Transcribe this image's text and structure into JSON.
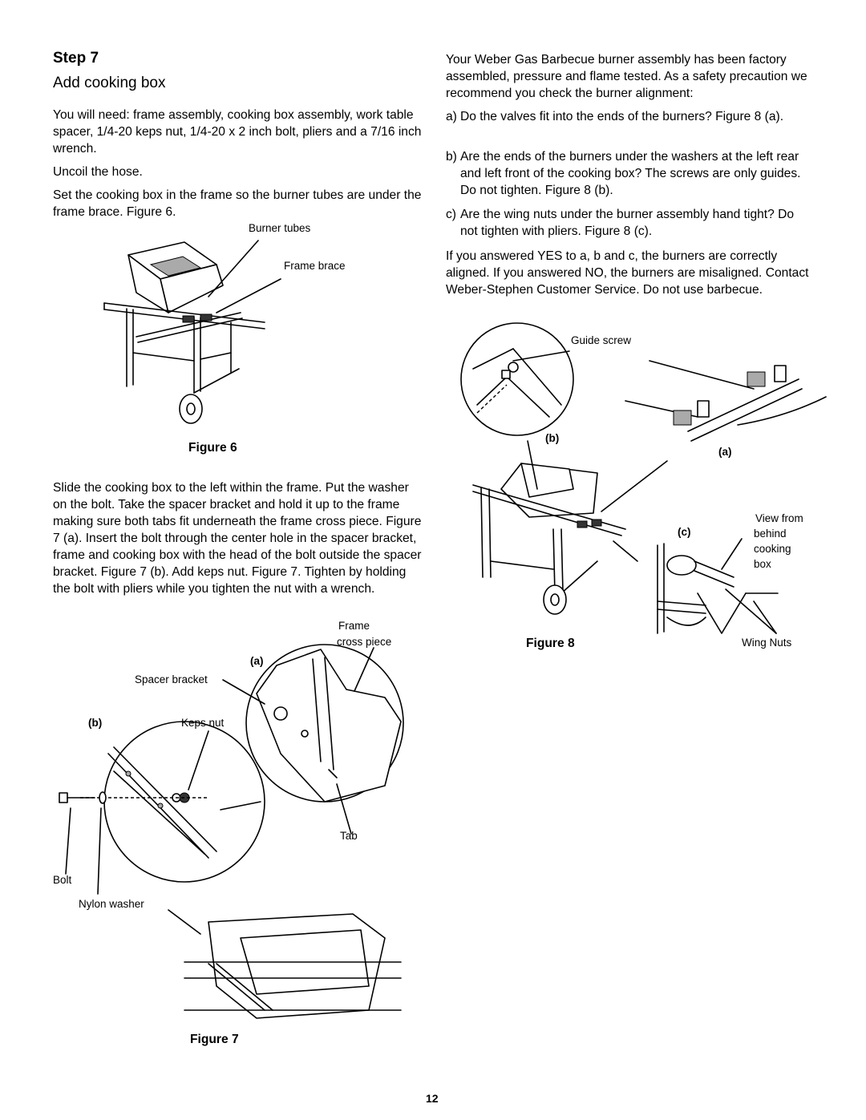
{
  "step": {
    "title": "Step 7",
    "subtitle": "Add cooking box"
  },
  "left_col": {
    "p1": "You will need: frame assembly, cooking box assembly, work table spacer, 1/4-20 keps nut, 1/4-20 x 2 inch bolt, pliers and a 7/16 inch wrench.",
    "p2": "Uncoil the hose.",
    "p3": "Set the cooking box in the frame so the burner tubes are under the frame brace. Figure 6.",
    "p4": "Slide the cooking box to the left within the frame. Put the washer on the bolt. Take the spacer bracket and hold it up to the frame making sure both tabs fit underneath the frame cross piece. Figure 7 (a). Insert the bolt through the center hole in the spacer bracket, frame and cooking box with the head of the bolt outside the spacer bracket. Figure 7 (b). Add keps nut. Figure 7. Tighten by holding the bolt with pliers while you tighten the nut with a wrench."
  },
  "figure6": {
    "caption": "Figure 6",
    "labels": {
      "burner_tubes": "Burner tubes",
      "frame_brace": "Frame brace"
    }
  },
  "figure7": {
    "caption": "Figure 7",
    "labels": {
      "a": "(a)",
      "b": "(b)",
      "frame": "Frame",
      "cross_piece": "cross piece",
      "spacer_bracket": "Spacer bracket",
      "keps_nut": "Keps nut",
      "tab": "Tab",
      "bolt": "Bolt",
      "nylon_washer": "Nylon washer"
    }
  },
  "right_col": {
    "intro": "Your Weber Gas Barbecue burner assembly has been factory assembled, pressure and flame tested. As a safety precaution we recommend you check the burner alignment:",
    "items": [
      {
        "letter": "a)",
        "text": "Do the valves fit into the ends of the burners? Figure 8 (a)."
      },
      {
        "letter": "b)",
        "text": "Are the ends of the burners under the washers at the left rear and left front of the cooking box? The screws are only guides. Do not tighten. Figure 8 (b)."
      },
      {
        "letter": "c)",
        "text": "Are the wing nuts under the burner assembly hand tight? Do not tighten with pliers. Figure 8 (c)."
      }
    ],
    "conclusion": "If you answered YES to a, b and c, the burners are correctly aligned. If you answered NO, the burners are misaligned. Contact Weber-Stephen Customer Service. Do not use barbecue."
  },
  "figure8": {
    "caption": "Figure 8",
    "labels": {
      "guide_screw": "Guide screw",
      "b": "(b)",
      "a": "(a)",
      "c": "(c)",
      "view1": "View from",
      "view2": "behind",
      "view3": "cooking",
      "view4": "box",
      "wing_nuts": "Wing Nuts"
    }
  },
  "page_number": "12"
}
